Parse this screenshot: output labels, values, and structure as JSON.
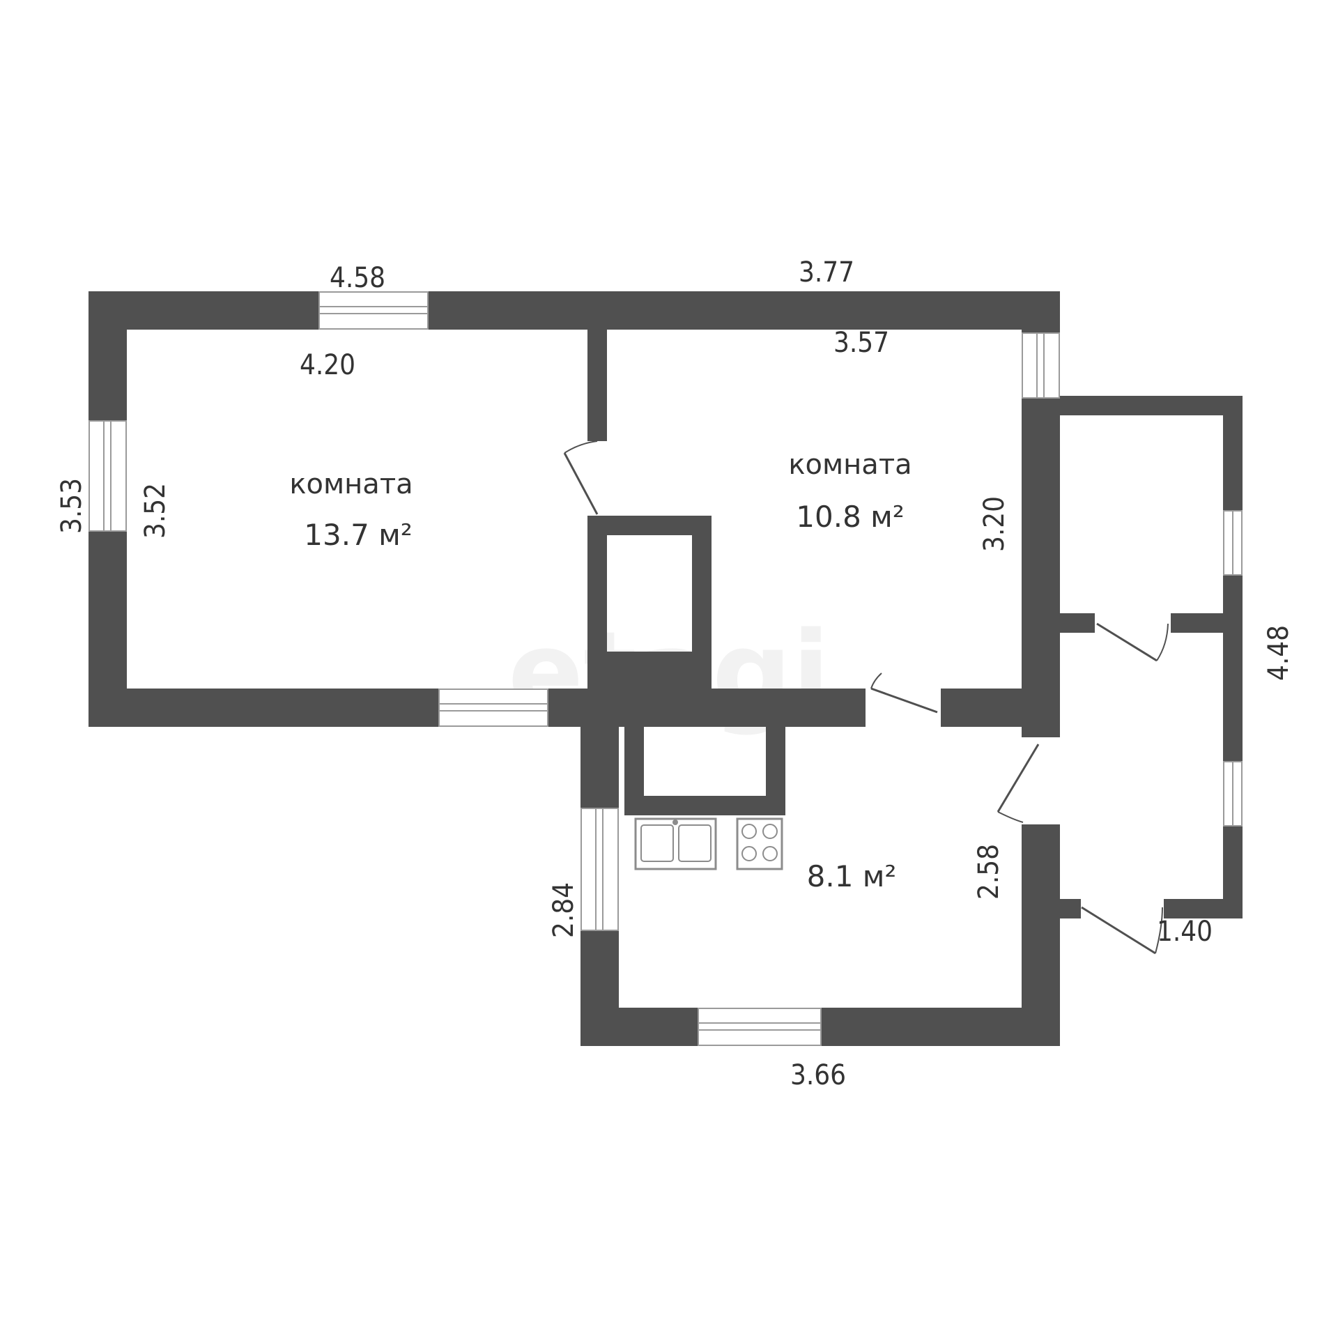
{
  "watermark": "etagi",
  "rooms": [
    {
      "name": "комната",
      "area": "13.7 м²"
    },
    {
      "name": "комната",
      "area": "10.8 м²"
    },
    {
      "name": "",
      "area": "8.1 м²"
    }
  ],
  "dimensions": {
    "top_left_outer": "4.58",
    "top_right_outer": "3.77",
    "room1_inner_width": "4.20",
    "room2_inner_width": "3.57",
    "left_outer_height": "3.53",
    "room1_inner_height": "3.52",
    "room2_inner_height": "3.20",
    "annex_height": "4.48",
    "kitchen_left_height": "2.84",
    "kitchen_right_height": "2.58",
    "annex_width": "1.40",
    "kitchen_width": "3.66"
  },
  "colors": {
    "wall": "#505050",
    "background": "#ffffff"
  }
}
